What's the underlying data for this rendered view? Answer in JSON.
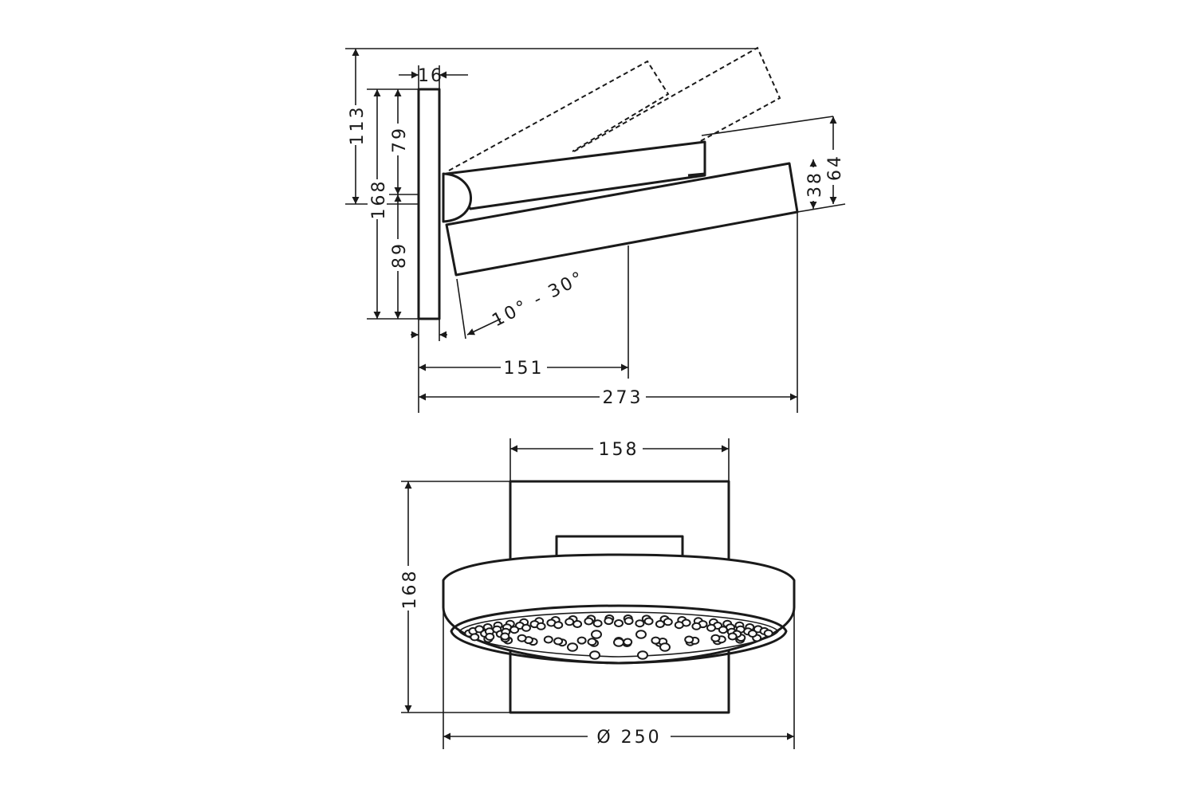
{
  "side_view": {
    "dims": {
      "d113": "113",
      "d16": "16",
      "d79": "79",
      "d168": "168",
      "d89": "89",
      "d38": "38",
      "d64": "64",
      "angle": "10° - 30°",
      "d151": "151",
      "d273": "273"
    }
  },
  "front_view": {
    "dims": {
      "d158": "158",
      "d168": "168",
      "d250": "Ø 250"
    }
  }
}
